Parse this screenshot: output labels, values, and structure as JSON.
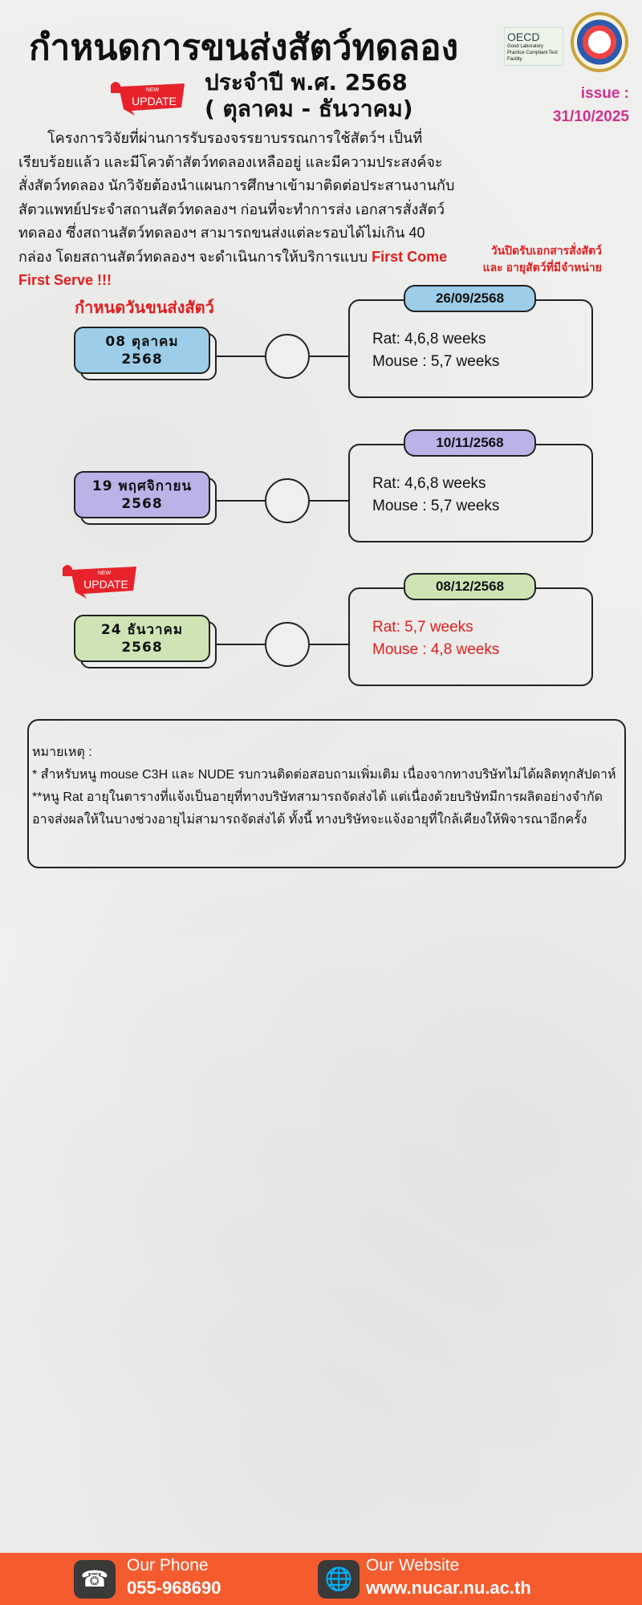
{
  "header": {
    "title": "กำหนดการขนส่งสัตว์ทดลอง",
    "year": "ประจำปี พ.ศ. 2568",
    "period": "( ตุลาคม - ธันวาคม)",
    "badge_new": "NEW",
    "badge_update": "UPDATE",
    "oecd": "OECD",
    "oecd_sub": "Good Laboratory Practice Compliant Test Facility",
    "issue_label": "issue :",
    "issue_date": "31/10/2025"
  },
  "intro": {
    "text": "โครงการวิจัยที่ผ่านการรับรองจรรยาบรรณการใช้สัตว์ฯ เป็นที่เรียบร้อยแล้ว และมีโควต้าสัตว์ทดลองเหลืออยู่ และมีความประสงค์จะสั่งสัตว์ทดลอง นักวิจัยต้องนำแผนการศึกษาเข้ามาติดต่อประสานงานกับสัตวแพทย์ประจำสถานสัตว์ทดลองฯ ก่อนที่จะทำการส่ง เอกสารสั่งสัตว์ทดลอง ซึ่งสถานสัตว์ทดลองฯ สามารถขนส่งแต่ละรอบได้ไม่เกิน 40 กล่อง  โดยสถานสัตว์ทดลองฯ จะดำเนินการให้บริการแบบ ",
    "highlight": "First Come First Serve !!!"
  },
  "close_note": {
    "line1": "วันปิดรับเอกสารสั่งสัตว์",
    "line2": "และ อายุสัตว์ที่มีจำหน่าย"
  },
  "schedule_heading": "กำหนดวันขนส่งสัตว์",
  "schedule": [
    {
      "day": "08 ตุลาคม",
      "year": "2568",
      "deadline": "26/09/2568",
      "rat": "Rat: 4,6,8 weeks",
      "mouse": "Mouse : 5,7 weeks",
      "color": "#9dcde9"
    },
    {
      "day": "19 พฤศจิกายน",
      "year": "2568",
      "deadline": "10/11/2568",
      "rat": "Rat: 4,6,8 weeks",
      "mouse": "Mouse : 5,7 weeks",
      "color": "#b9b3e8"
    },
    {
      "day": "24 ธันวาคม",
      "year": "2568",
      "deadline": "08/12/2568",
      "rat": "Rat: 5,7 weeks",
      "mouse": "Mouse : 4,8 weeks",
      "color": "#cfe4b5"
    }
  ],
  "note": {
    "title": "หมายเหตุ :",
    "line1": "* สำหรับหนู mouse C3H และ NUDE รบกวนติดต่อสอบถามเพิ่มเติม เนื่องจากทางบริษัทไม่ได้ผลิตทุกสัปดาห์",
    "line2": "**หนู Rat อายุในตารางที่แจ้งเป็นอายุที่ทางบริษัทสามารถจัดส่งได้ แต่เนื่องด้วยบริษัทมีการผลิตอย่างจำกัด อาจส่งผลให้ในบางช่วงอายุไม่สามารถจัดส่งได้ ทั้งนี้ ทางบริษัทจะแจ้งอายุที่ใกล้เคียงให้พิจารณาอีกครั้ง"
  },
  "footer": {
    "phone_label": "Our Phone",
    "phone": "055-968690",
    "web_label": "Our Website",
    "web": "www.nucar.nu.ac.th",
    "phone_icon": "☎",
    "web_icon": "🌐"
  }
}
